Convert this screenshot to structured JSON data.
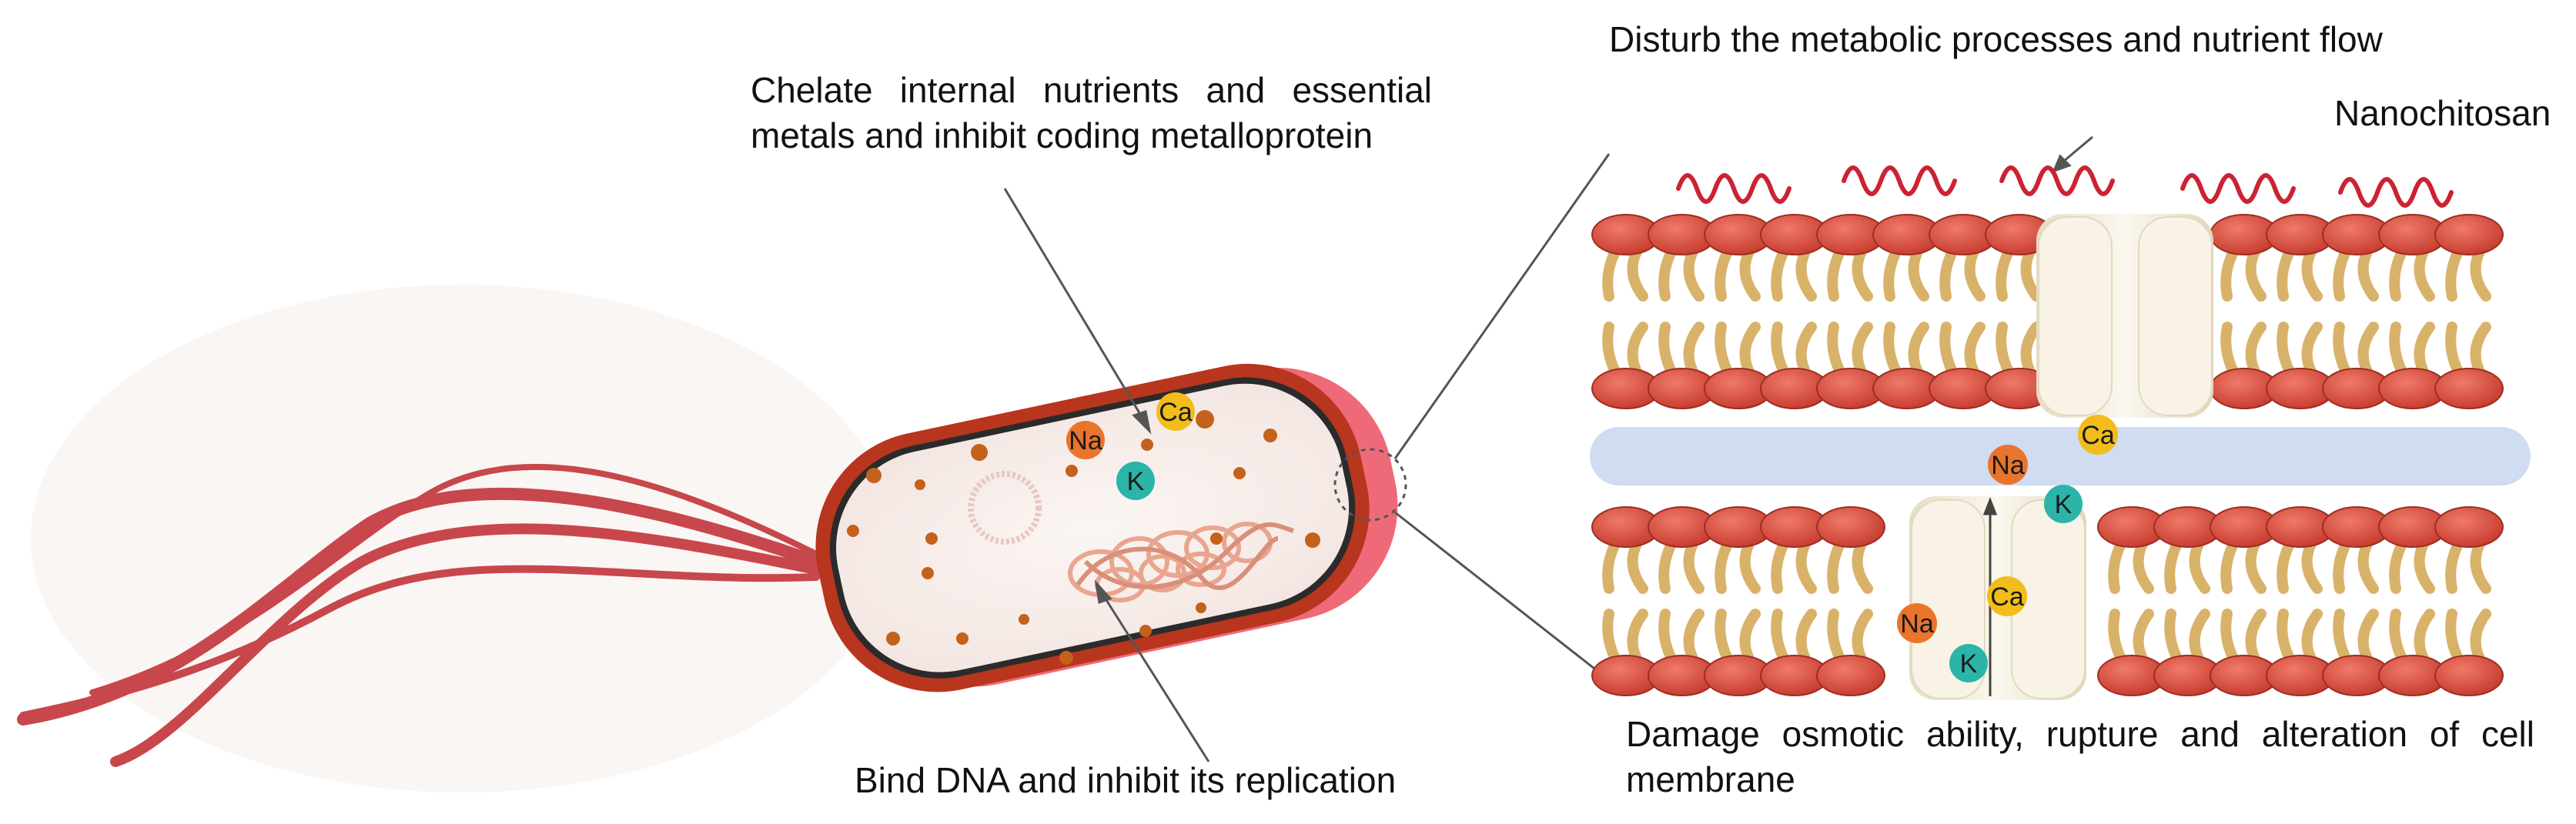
{
  "annotations": {
    "chelate": "Chelate internal nutrients and essential metals and inhibit coding  metalloprotein",
    "bind_dna": "Bind DNA and inhibit its replication",
    "disturb": "Disturb the metabolic processes and nutrient flow",
    "damage": "Damage osmotic ability, rupture and alteration of cell membrane",
    "nanochitosan": "Nanochitosan"
  },
  "ions": {
    "sodium": "Na",
    "potassium": "K",
    "calcium": "Ca"
  },
  "colors": {
    "sodium": "#e9742c",
    "potassium": "#2ab5a8",
    "calcium": "#f2bd1a",
    "phospholipid_head": "#d94c3d",
    "phospholipid_tail": "#d9b26a",
    "nanochitosan": "#cc2233",
    "flagella": "#c8474c",
    "cell_wall": "#b8351e",
    "capsule": "#ef6a78",
    "channel": "#efe8d6",
    "periplasm": "#cfdcf1"
  }
}
